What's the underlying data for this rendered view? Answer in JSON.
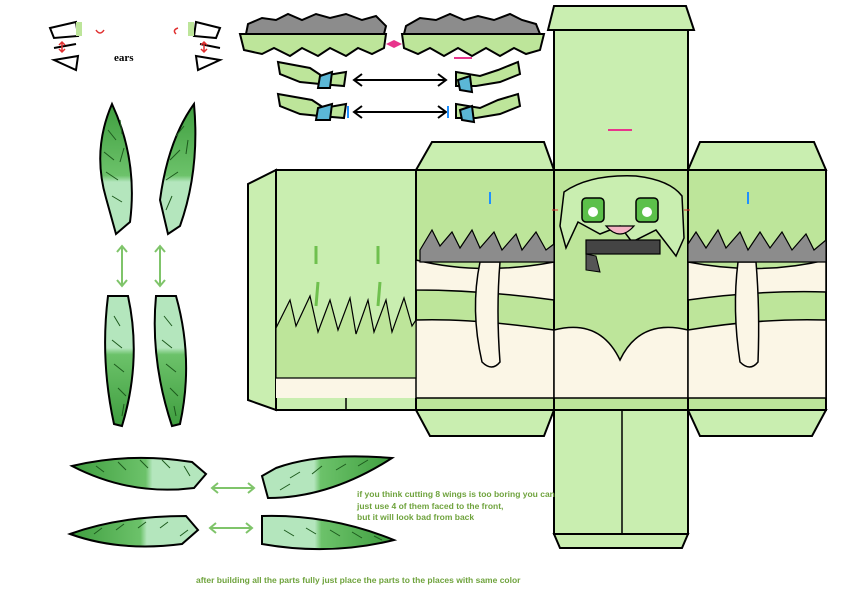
{
  "labels": {
    "ears": "ears",
    "wings_note": [
      "if you think cutting 8 wings is too boring you can",
      "just use 4 of them faced to the front,",
      "but it will look bad from back"
    ],
    "footer_note": "after building all the parts fully just place the parts to the places with same color"
  },
  "colors": {
    "paper_green": "#c9eeb0",
    "body_green": "#bde59a",
    "skin": "#fbf6e6",
    "hair_gray": "#8c8c8c",
    "leaf_dark": "#3c9a3c",
    "leaf_light": "#a8e0b0",
    "arrow_green": "#7fc46a",
    "marker_pink": "#e8348c",
    "marker_blue": "#1e90ff",
    "marker_red": "#e03030",
    "text_green": "#6fa33d",
    "outline": "#000000"
  },
  "icons": [
    "double-arrow-icon",
    "cut-marker-icon",
    "fold-tab-icon"
  ]
}
